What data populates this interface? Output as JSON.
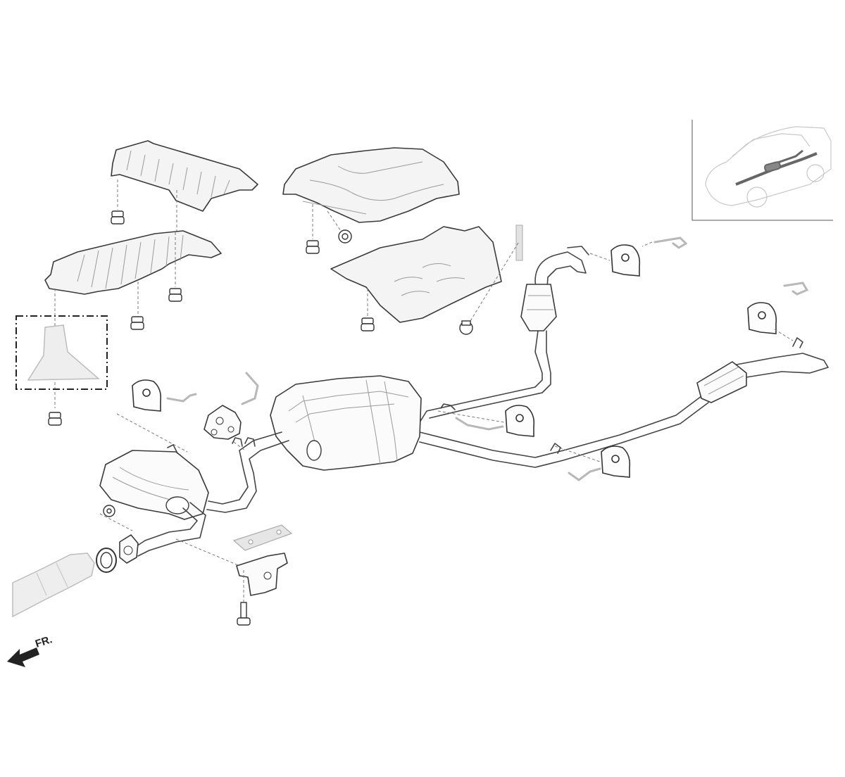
{
  "diagram": {
    "direction_label": "FR.",
    "parts": [
      "upper-heat-shield-left",
      "lower-heat-shield-left",
      "upper-heat-shield-center",
      "lower-heat-shield-center",
      "front-exhaust-pipe",
      "catalytic-converter-front",
      "catalytic-converter-rear",
      "center-muffler",
      "rear-muffler",
      "exhaust-gasket",
      "hanger-bracket",
      "rubber-mount",
      "flange-bolt",
      "locator-inset"
    ],
    "colors": {
      "line": "#3a3a3a",
      "leader": "#7a7a7a",
      "highlight": "#9a9a9a",
      "background": "#ffffff"
    }
  }
}
